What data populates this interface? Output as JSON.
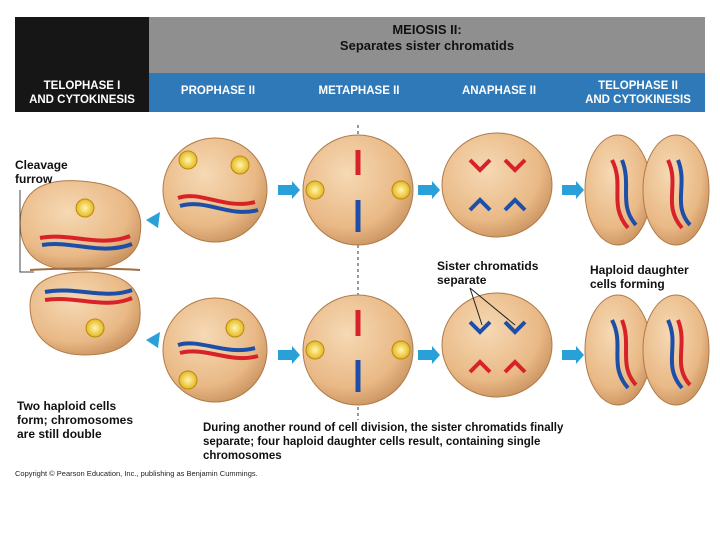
{
  "header": {
    "title": "MEIOSIS II:",
    "subtitle": "Separates sister chromatids"
  },
  "phases": {
    "telophase1": [
      "TELOPHASE I",
      "AND CYTOKINESIS"
    ],
    "prophase2": "PROPHASE II",
    "metaphase2": "METAPHASE II",
    "anaphase2": "ANAPHASE II",
    "telophase2": [
      "TELOPHASE II",
      "AND CYTOKINESIS"
    ]
  },
  "labels": {
    "cleavage_furrow": [
      "Cleavage",
      "furrow"
    ],
    "sister_chromatids": [
      "Sister chromatids",
      "separate"
    ],
    "haploid_forming": [
      "Haploid daughter",
      "cells forming"
    ],
    "two_haploid": [
      "Two haploid cells",
      "form; chromosomes",
      "are still double"
    ],
    "caption": [
      "During another round of cell division, the sister chromatids finally",
      "separate; four haploid daughter cells result, containing single",
      "chromosomes"
    ]
  },
  "copyright": "Copyright © Pearson Education, Inc., publishing as Benjamin Cummings.",
  "colors": {
    "header_gray": "#8f8f8f",
    "phase_blue": "#2f79b8",
    "cell_fill": "#e8b886",
    "arrow": "#2aa0d8",
    "chromosome_red": "#d8222a",
    "chromosome_blue": "#1d4fa8"
  }
}
